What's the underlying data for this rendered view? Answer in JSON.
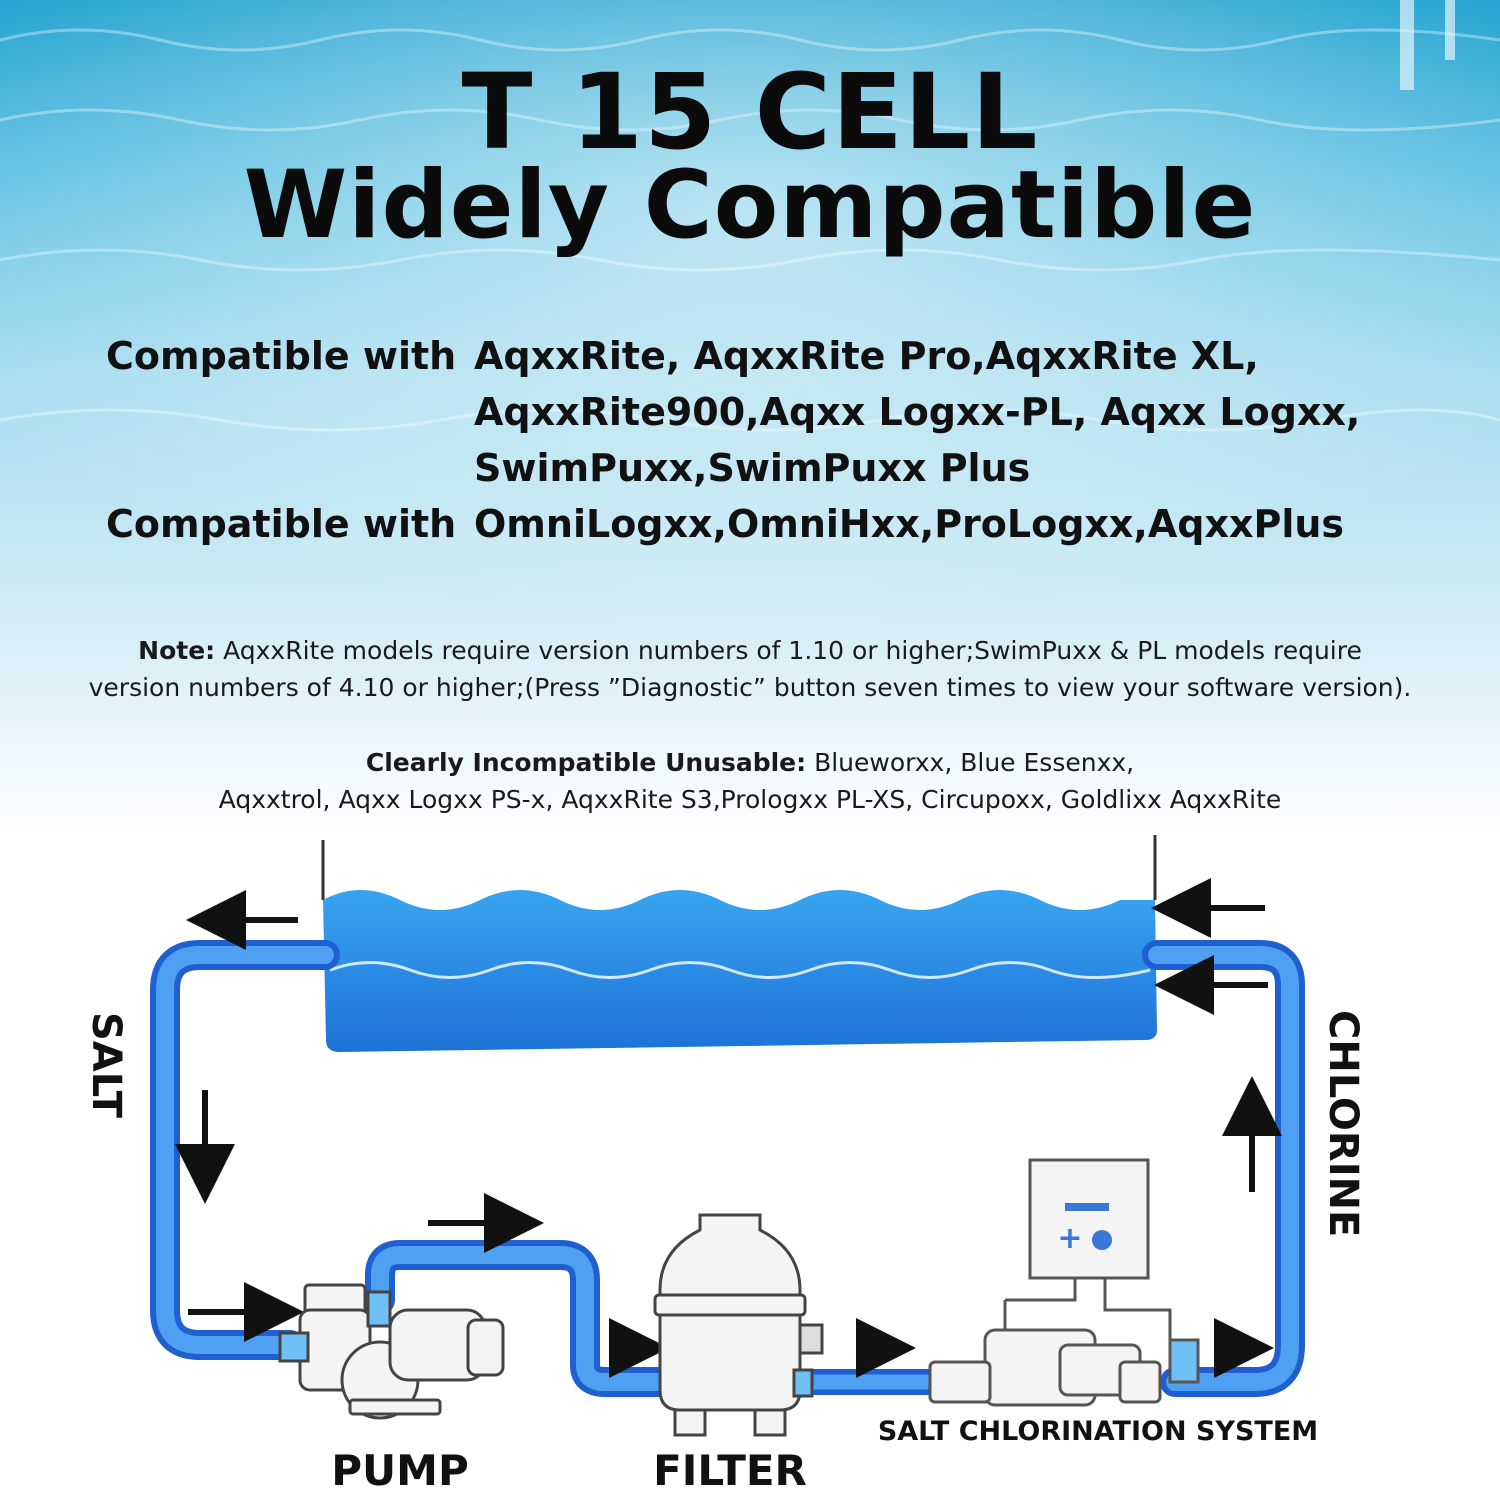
{
  "title": {
    "line1": "T 15 CELL",
    "line2": "Widely Compatible"
  },
  "compatibility": {
    "prefix": "Compatible with",
    "line1": "AqxxRite, AqxxRite Pro,AqxxRite XL,",
    "line2": "AqxxRite900,Aqxx Logxx-PL, Aqxx Logxx,",
    "line3": "SwimPuxx,SwimPuxx Plus",
    "line4": "OmniLogxx,OmniHxx,ProLogxx,AqxxPlus"
  },
  "note": {
    "label": "Note:",
    "line1": " AqxxRite models require version numbers of 1.10 or higher;SwimPuxx & PL models require",
    "line2": "version numbers of 4.10 or higher;(Press ”Diagnostic” button seven times to view your software version)."
  },
  "incompatible": {
    "label": "Clearly Incompatible Unusable:",
    "line1": " Blueworxx, Blue Essenxx,",
    "line2": "Aqxxtrol, Aqxx Logxx PS-x, AqxxRite S3,Prologxx PL-XS, Circupoxx, Goldlixx AqxxRite"
  },
  "diagram": {
    "left_label": "SALT",
    "right_label": "CHLORINE",
    "pump_label": "PUMP",
    "filter_label": "FILTER",
    "system_label": "SALT CHLORINATION SYSTEM",
    "panel_minus": "−",
    "panel_plus": "+"
  },
  "colors": {
    "pipe": "#2f7fe6",
    "pipe_inner": "#5aa8f5",
    "water": "#2e8ee6",
    "text": "#111111"
  }
}
